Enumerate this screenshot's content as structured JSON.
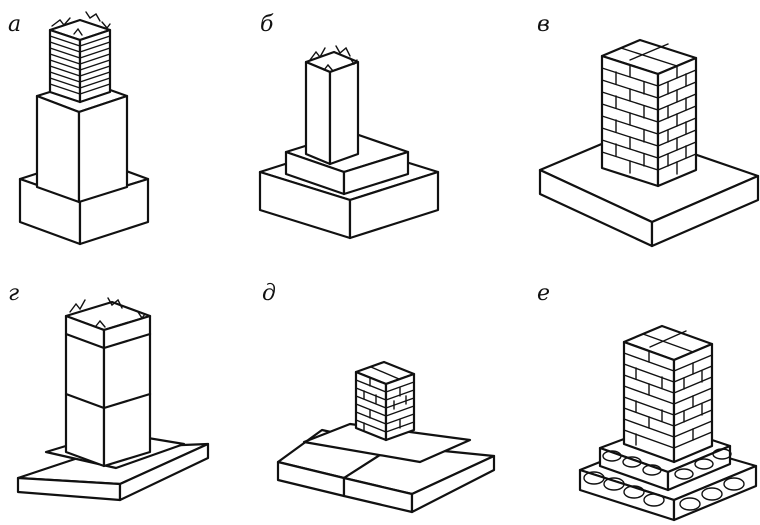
{
  "figures": [
    {
      "id": "a",
      "label": "а"
    },
    {
      "id": "b",
      "label": "б"
    },
    {
      "id": "c",
      "label": "в"
    },
    {
      "id": "d",
      "label": "г"
    },
    {
      "id": "e",
      "label": "д"
    },
    {
      "id": "f",
      "label": "е"
    }
  ]
}
